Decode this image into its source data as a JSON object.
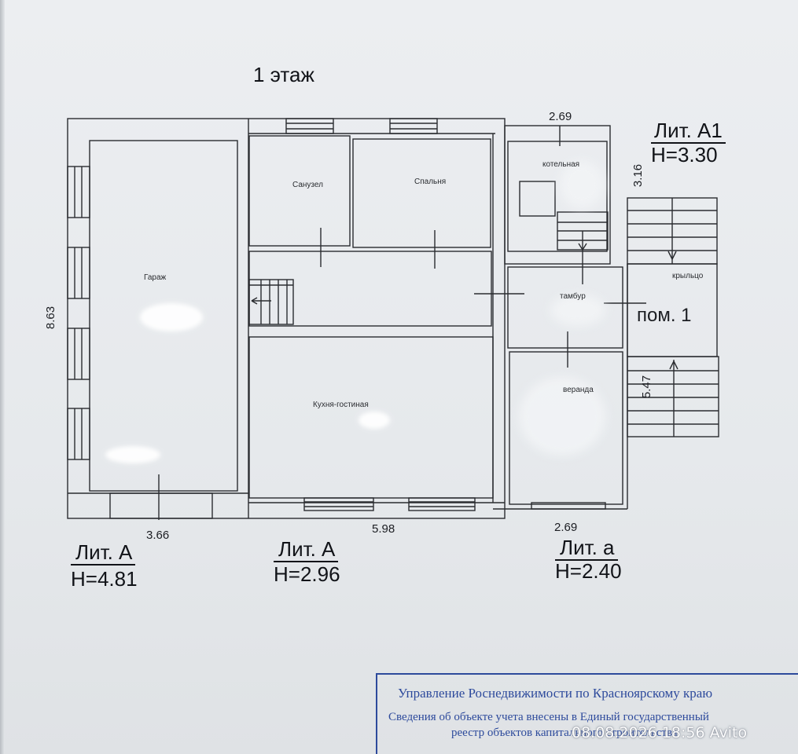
{
  "plan": {
    "title": "1 этаж",
    "rooms": {
      "garage": "Гараж",
      "bathroom": "Санузел",
      "bedroom": "Спальня",
      "boiler": "котельная",
      "vestibule": "тамбур",
      "porch": "крыльцо",
      "room1": "пом. 1",
      "kitchen": "Кухня-гостиная",
      "veranda": "веранда"
    },
    "dimensions": {
      "left_height": "8.63",
      "garage_width": "3.66",
      "main_width": "5.98",
      "top_right_width": "2.69",
      "bottom_right_width": "2.69",
      "boiler_height": "3.16",
      "porch_height": "5.47"
    },
    "heights": {
      "lit_a_garage_label": "Лит. А",
      "lit_a_garage_h": "H=4.81",
      "lit_a_main_label": "Лит. А",
      "lit_a_main_h": "H=2.96",
      "lit_small_a_label": "Лит. а",
      "lit_small_a_h": "H=2.40",
      "lit_a1_label": "Лит. А1",
      "lit_a1_h": "H=3.30"
    }
  },
  "stamp": {
    "line1": "Управление Роснедвижимости по Красноярскому краю",
    "line2": "Сведения об объекте учета внесены в Единый государственный",
    "line3": "реестр объектов капитального строительства"
  },
  "watermark": "08.08.2026 18:56 Avito",
  "colors": {
    "paper": "#eceef1",
    "ink": "#1b1d22",
    "stamp": "#2d4a9c"
  }
}
